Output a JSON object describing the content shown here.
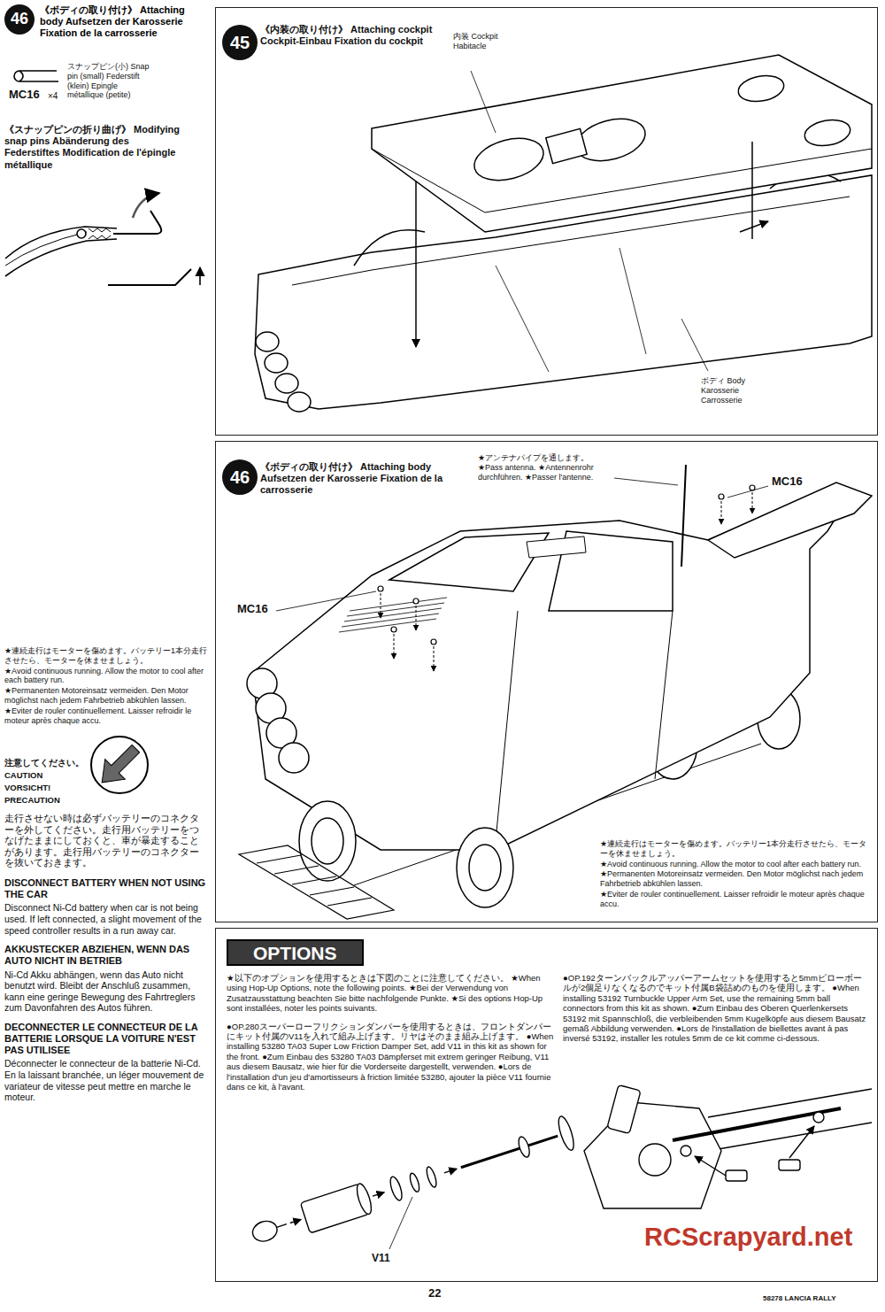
{
  "diagram": {
    "nodes": [
      {
        "text": [
          "46",
          "《ボディの取り付け》 Attaching body Aufsetzen der Karosserie Fixation de la carrosserie"
        ]
      },
      {
        "text": [
          "《内装の取り付け》 Attaching cockpit Cockpit-Einbau Fixation du cockpit"
        ]
      },
      {
        "text": [
          "45"
        ],
        "in": 1
      },
      {
        "text": [
          "《ボディの取り付け》 Attaching body Aufsetzen der Karosserie Fixation de la carrosserie"
        ]
      },
      {
        "text": [
          "46"
        ],
        "in": 3
      },
      {
        "text": [
          "★以下のオプションを使用するときは下図のことに注意してください。 ★When using Hop-Up Options, note the following points. ★Bei der Verwendung von Zusatzausstattung beachten Sie bitte nachfolgende Punkte. ★Si des options Hop-Up sont installées, noter les points suivants.",
          "●OP.280スーパーローフリクションダンパーを使用するときは、フロントダンパーにキット付属のV11を入れて組み上げます。リヤはそのまま組み上げます。 ●When installing 53280 TA03 Super Low Friction Damper Set, add V11 in this kit as shown for the front. ●Zum Einbau des 53280 TA03 Dämpferset mit extrem geringer Reibung, V11 aus diesem Bausatz, wie hier für die Vorderseite dargestellt, verwenden. ●Lors de l'installation d'un jeu d'amortisseurs à friction limitée 53280, ajouter la pièce V11 fournie dans ce kit, à l'avant.",
          "●OP.192ターンバックルアッパーアームセットを使用すると5mmピローボールが2個足りなくなるのでキット付属B袋詰めのものを使用します。 ●When installing 53192 Turnbuckle Upper Arm Set, use the remaining 5mm ball connectors from this kit as shown. ●Zum Einbau des Oberen Querlenkersets 53192 mit Spannschloß, die verbleibenden 5mm Kugelköpfe aus diesem Bausatz gemäß Abbildung verwenden. ●Lors de l'installation de biellettes avant à pas inversé 53192, installer les rotules 5mm de ce kit comme ci-dessous."
        ]
      },
      {
        "text": [
          "OPTIONS"
        ],
        "in": 5
      }
    ],
    "labels": [
      "スナップピン(小) Snap pin (small) Federstift (klein) Epingle métallique (petite)",
      "MC16",
      "×4",
      "《スナップピンの折り曲げ》 Modifying snap pins Abänderung des Federstiftes Modification de l'épingle métallique",
      "★連続走行はモーターを傷めます。バッテリー1本分走行させたら、モーターを休ませましょう。",
      "★Avoid continuous running. Allow the motor to cool after each battery run.",
      "★Permanenten Motoreinsatz vermeiden. Den Motor möglichst nach jedem Fahrbetrieb abkühlen lassen.",
      "★Eviter de rouler continuellement. Laisser refroidir le moteur après chaque accu.",
      "注意してください。",
      "CAUTION",
      "VORSICHT!",
      "PRECAUTION",
      "走行させない時は必ずバッテリーのコネクターを外してください。走行用バッテリーをつなげたままにしておくと、車が暴走することがあります。走行用バッテリーのコネクターを抜いておきます。",
      "DISCONNECT BATTERY WHEN NOT USING THE CAR",
      "Disconnect Ni-Cd battery when car is not being used. If left connected, a slight movement of the speed controller results in a run away car.",
      "AKKUSTECKER ABZIEHEN, WENN DAS AUTO NICHT IN BETRIEB",
      "Ni-Cd Akku abhängen, wenn das Auto nicht benutzt wird. Bleibt der Anschluß zusammen, kann eine geringe Bewegung des Fahrtreglers zum Davonfahren des Autos führen.",
      "DECONNECTER LE CONNECTEUR DE LA BATTERIE LORSQUE LA VOITURE N'EST PAS UTILISEE",
      "Déconnecter le connecteur de la batterie Ni-Cd. En la laissant branchée, un léger mouvement de variateur de vitesse peut mettre en marche le moteur.",
      "内装 Cockpit Habitacle",
      "ボディ Body Karosserie Carrosserie",
      "★アンテナパイプを通します。 ★Pass antenna. ★Antennenrohr durchführen. ★Passer l'antenne.",
      "MC16",
      "MC16",
      "★連続走行はモーターを傷めます。バッテリー1本分走行させたら、モーターを休ませましょう。",
      "★Avoid continuous running. Allow the motor to cool after each battery run.",
      "★Permanenten Motoreinsatz vermeiden. Den Motor möglichst nach jedem Fahrbetrieb abkühlen lassen.",
      "★Eviter de rouler continuellement. Laisser refroidir le moteur après chaque accu.",
      "V11",
      "22",
      "58278 LANCIA RALLY",
      "RCScrapyard.net"
    ]
  }
}
